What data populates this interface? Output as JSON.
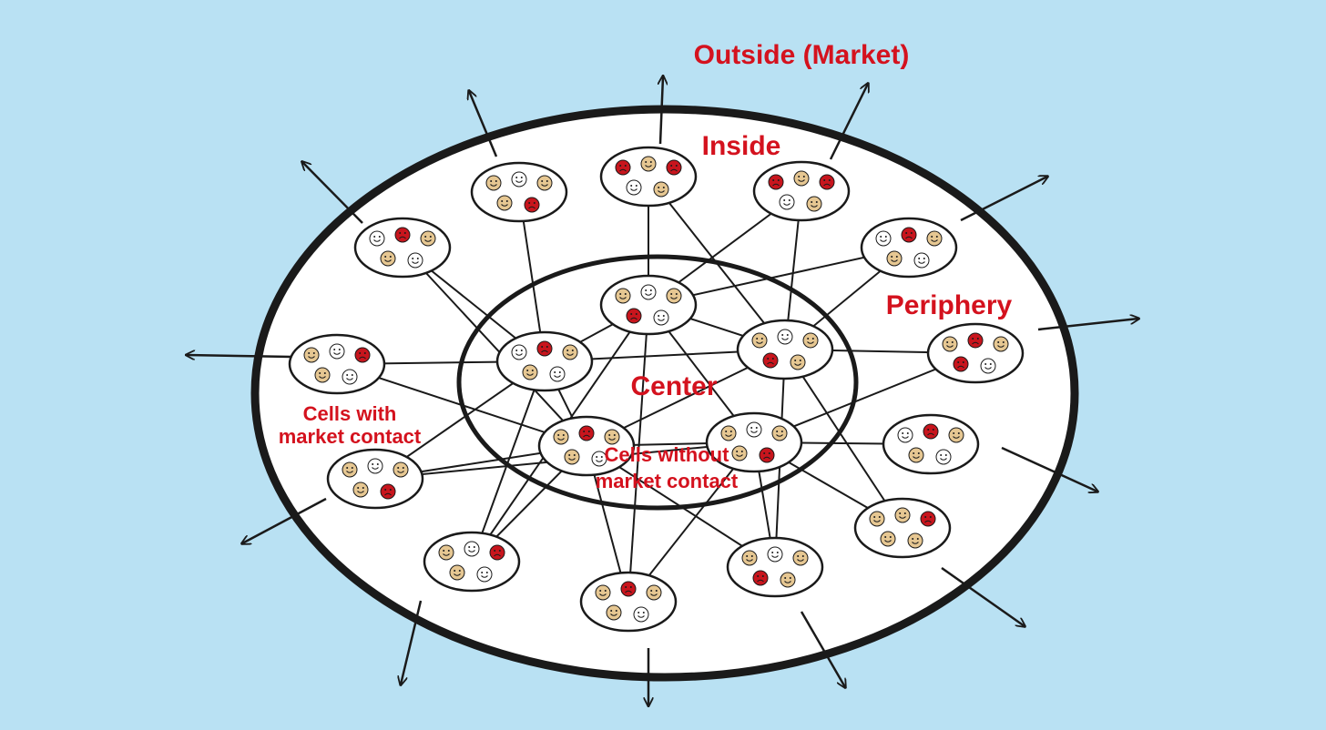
{
  "labels": {
    "outside": "Outside (Market)",
    "inside": "Inside",
    "periphery": "Periphery",
    "center": "Center",
    "cells_with_1": "Cells with",
    "cells_with_2": "market contact",
    "cells_without_1": "Cells without",
    "cells_without_2": "market contact"
  },
  "colors": {
    "background": "#b9e1f3",
    "accent_label": "#d4121e",
    "face_red": "#c8151d",
    "face_tan": "#e6c792",
    "face_white": "#ffffff",
    "ink": "#1a1a1a"
  },
  "cells": [
    {
      "id": "c1",
      "zone": "periphery",
      "faces": [
        "tan",
        "white",
        "tan",
        "tan",
        "red"
      ]
    },
    {
      "id": "c2",
      "zone": "periphery",
      "faces": [
        "red",
        "tan",
        "red",
        "white",
        "tan"
      ]
    },
    {
      "id": "c3",
      "zone": "periphery",
      "faces": [
        "red",
        "tan",
        "red",
        "white",
        "tan"
      ]
    },
    {
      "id": "c4",
      "zone": "periphery",
      "faces": [
        "white",
        "red",
        "tan",
        "tan",
        "white"
      ]
    },
    {
      "id": "c5",
      "zone": "periphery",
      "faces": [
        "white",
        "red",
        "tan",
        "tan",
        "white"
      ]
    },
    {
      "id": "c6",
      "zone": "periphery",
      "faces": [
        "tan",
        "white",
        "red",
        "tan",
        "white"
      ]
    },
    {
      "id": "c7",
      "zone": "periphery",
      "faces": [
        "tan",
        "red",
        "tan",
        "red",
        "white"
      ]
    },
    {
      "id": "c8",
      "zone": "periphery",
      "faces": [
        "white",
        "red",
        "tan",
        "tan",
        "white"
      ]
    },
    {
      "id": "c9",
      "zone": "periphery",
      "faces": [
        "tan",
        "white",
        "tan",
        "tan",
        "red"
      ]
    },
    {
      "id": "c10",
      "zone": "periphery",
      "faces": [
        "tan",
        "tan",
        "red",
        "tan",
        "tan"
      ]
    },
    {
      "id": "c11",
      "zone": "periphery",
      "faces": [
        "tan",
        "white",
        "red",
        "tan",
        "white"
      ]
    },
    {
      "id": "c12",
      "zone": "periphery",
      "faces": [
        "tan",
        "red",
        "tan",
        "tan",
        "white"
      ]
    },
    {
      "id": "c13",
      "zone": "periphery",
      "faces": [
        "tan",
        "white",
        "tan",
        "red",
        "tan"
      ]
    },
    {
      "id": "c14",
      "zone": "center",
      "faces": [
        "tan",
        "white",
        "tan",
        "red",
        "white"
      ]
    },
    {
      "id": "c15",
      "zone": "center",
      "faces": [
        "white",
        "red",
        "tan",
        "tan",
        "white"
      ]
    },
    {
      "id": "c16",
      "zone": "center",
      "faces": [
        "tan",
        "white",
        "tan",
        "red",
        "tan"
      ]
    },
    {
      "id": "c17",
      "zone": "center",
      "faces": [
        "tan",
        "red",
        "tan",
        "tan",
        "white"
      ]
    },
    {
      "id": "c18",
      "zone": "center",
      "faces": [
        "tan",
        "white",
        "tan",
        "tan",
        "red"
      ]
    }
  ]
}
